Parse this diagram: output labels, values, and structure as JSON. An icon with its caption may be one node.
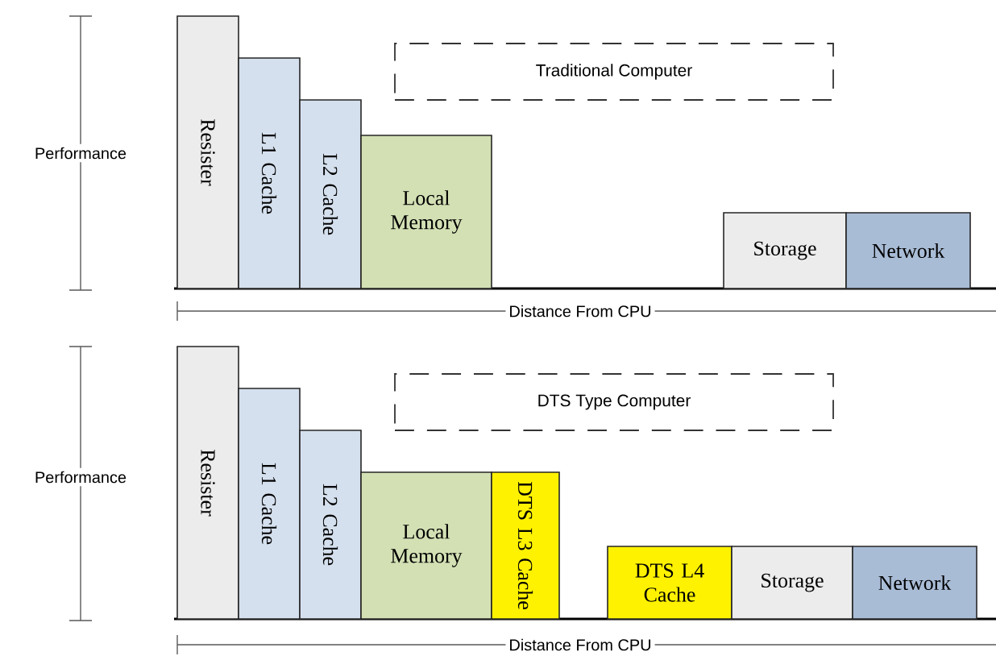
{
  "diagram": {
    "nodes": [
      {
        "text": [
          "Resister"
        ]
      },
      {
        "text": [
          "L1 Cache"
        ]
      },
      {
        "text": [
          "L2 Cache"
        ]
      },
      {
        "text": [
          "Local Memory"
        ]
      },
      {
        "text": [
          "Traditional Computer"
        ]
      },
      {
        "text": [
          "Storage"
        ]
      },
      {
        "text": [
          "Network"
        ]
      },
      {
        "text": [
          "Resister"
        ]
      },
      {
        "text": [
          "L1 Cache"
        ]
      },
      {
        "text": [
          "L2 Cache"
        ]
      },
      {
        "text": [
          "Local Memory"
        ]
      },
      {
        "text": [
          "DTS L3 Cache"
        ]
      },
      {
        "text": [
          "DTS Type Computer"
        ]
      },
      {
        "text": [
          "DTS L4 Cache"
        ]
      },
      {
        "text": [
          "Storage"
        ]
      },
      {
        "text": [
          "Network"
        ]
      }
    ],
    "labels": [
      "Performance",
      "Distance From CPU",
      "Performance",
      "Distance From CPU"
    ]
  }
}
